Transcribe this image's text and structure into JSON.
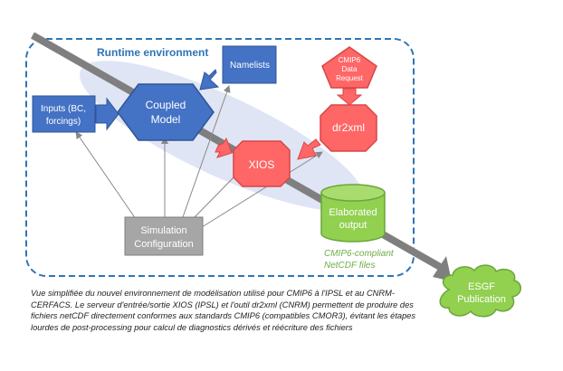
{
  "container": {
    "title": "Runtime environment"
  },
  "nodes": {
    "inputs": {
      "line1": "Inputs (BC,",
      "line2": "forcings)"
    },
    "coupled_model": {
      "line1": "Coupled",
      "line2": "Model"
    },
    "namelists": {
      "label": "Namelists"
    },
    "cmip6_request": {
      "line1": "CMIP6",
      "line2": "Data",
      "line3": "Request"
    },
    "dr2xml": {
      "label": "dr2xml"
    },
    "xios": {
      "label": "XIOS"
    },
    "elaborated_output": {
      "line1": "Elaborated",
      "line2": "output"
    },
    "simulation_configuration": {
      "line1": "Simulation",
      "line2": "Configuration"
    },
    "esgf": {
      "line1": "ESGF",
      "line2": "Publication"
    }
  },
  "note": {
    "line1": "CMIP6-compliant",
    "line2": "NetCDF files"
  },
  "caption": "Vue simplifiée du nouvel environnement de modélisation utilisé pour CMIP6 à l'IPSL et au CNRM-CERFACS. Le serveur d'entrée/sortie XIOS (IPSL) et l'outil dr2xml (CNRM) permettent de produire des fichiers netCDF directement conformes aux standards CMIP6 (compatibles CMOR3), évitant les étapes lourdes de post-processing pour calcul de diagnostics dérivés et réécriture des fichiers",
  "colors": {
    "blue_box": "#4472c4",
    "blue_dark": "#2f5597",
    "red_box": "#ff6666",
    "red_dark": "#d94545",
    "green_box": "#92d050",
    "green_dark": "#6aa63a",
    "gray_box": "#a6a6a6",
    "dashed_border": "#2e75b6",
    "container_title": "#2e75b6",
    "ellipse": "#dbe2f3",
    "pipeline_arrow": "#7f7f7f",
    "note_text": "#70ad47"
  }
}
